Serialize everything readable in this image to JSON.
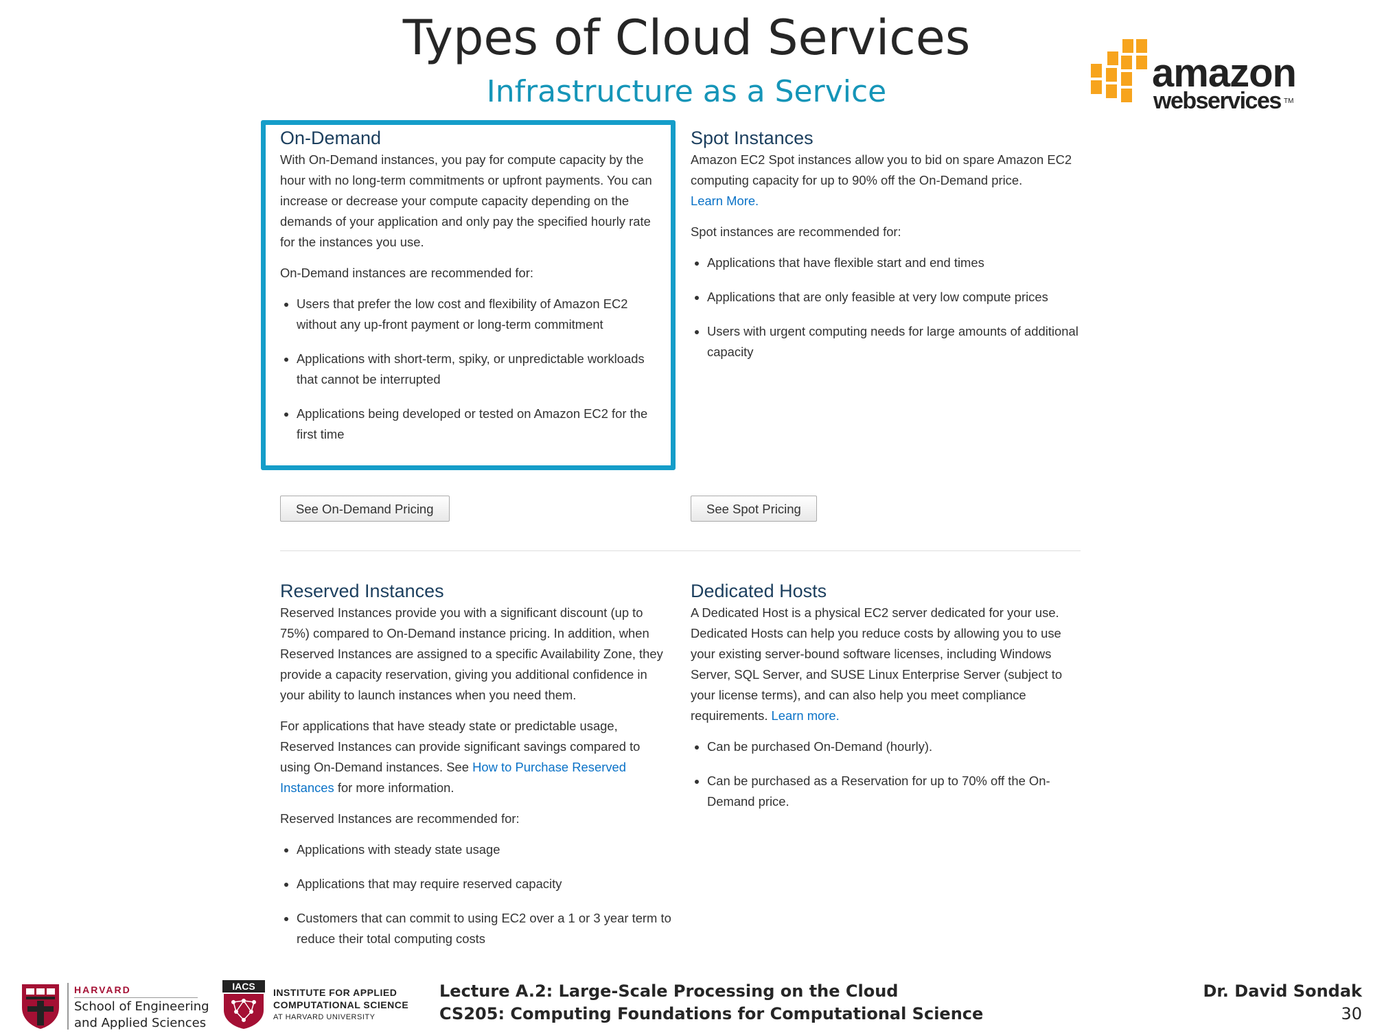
{
  "slide": {
    "title": "Types of Cloud Services",
    "subtitle": "Infrastructure as a Service"
  },
  "logo": {
    "word1": "amazon",
    "word2": "webservices",
    "tm": "TM",
    "icon": "aws-cubes-icon"
  },
  "on_demand": {
    "heading": "On-Demand",
    "p1": "With On-Demand instances, you pay for compute capacity by the hour with no long-term commitments or upfront payments. You can increase or decrease your compute capacity depending on the demands of your application and only pay the specified hourly rate for the instances you use.",
    "p2": "On-Demand instances are recommended for:",
    "bullets": [
      "Users that prefer the low cost and flexibility of Amazon EC2 without any up-front payment or long-term commitment",
      "Applications with short-term, spiky, or unpredictable workloads that cannot be interrupted",
      "Applications being developed or tested on Amazon EC2 for the first time"
    ],
    "button": "See On-Demand Pricing"
  },
  "spot": {
    "heading": "Spot Instances",
    "p1": "Amazon EC2 Spot instances allow you to bid on spare Amazon EC2 computing capacity for up to 90% off the On-Demand price.",
    "learn_more": "Learn More.",
    "p2": "Spot instances are recommended for:",
    "bullets": [
      "Applications that have flexible start and end times",
      "Applications that are only feasible at very low compute prices",
      "Users with urgent computing needs for large amounts of additional capacity"
    ],
    "button": "See Spot Pricing"
  },
  "reserved": {
    "heading": "Reserved Instances",
    "p1": "Reserved Instances provide you with a significant discount (up to 75%) compared to On-Demand instance pricing. In addition, when Reserved Instances are assigned to a specific Availability Zone, they provide a capacity reservation, giving you additional confidence in your ability to launch instances when you need them.",
    "p2_pre": "For applications that have steady state or predictable usage, Reserved Instances can provide significant savings compared to using On-Demand instances. See ",
    "p2_link": "How to Purchase Reserved Instances",
    "p2_post": " for more information.",
    "p3": "Reserved Instances are recommended for:",
    "bullets": [
      "Applications with steady state usage",
      "Applications that may require reserved capacity",
      "Customers that can commit to using EC2 over a 1 or 3 year term to reduce their total computing costs"
    ]
  },
  "dedicated": {
    "heading": "Dedicated Hosts",
    "p1": "A Dedicated Host is a physical EC2 server dedicated for your use. Dedicated Hosts can help you reduce costs by allowing you to use your existing server-bound software licenses, including Windows Server, SQL Server, and SUSE Linux Enterprise Server (subject to your license terms), and can also help you meet compliance requirements. ",
    "learn_more": "Learn more.",
    "bullets": [
      "Can be purchased On-Demand (hourly).",
      "Can be purchased as a Reservation for up to 70% off the On-Demand price."
    ]
  },
  "footer": {
    "harvard": "HARVARD",
    "seas_line1": "School of Engineering",
    "seas_line2": "and Applied Sciences",
    "iacs_badge": "IACS",
    "iacs_line1": "INSTITUTE FOR APPLIED",
    "iacs_line2": "COMPUTATIONAL SCIENCE",
    "iacs_line3": "AT HARVARD UNIVERSITY",
    "lecture": "Lecture A.2: Large-Scale Processing on the Cloud",
    "course": "CS205: Computing Foundations for Computational Science",
    "author": "Dr. David Sondak",
    "slide_number": "30"
  },
  "colors": {
    "highlight": "#159dc9",
    "subtitle": "#1595b8",
    "aws_orange": "#f7a41d",
    "harvard_crimson": "#a41034"
  }
}
